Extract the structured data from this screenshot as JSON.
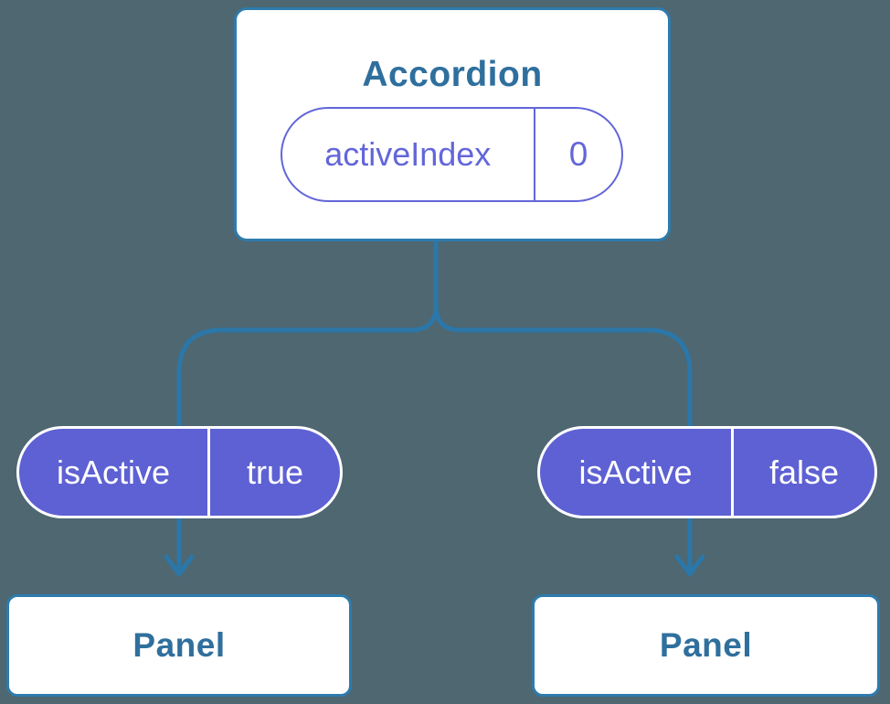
{
  "diagram": {
    "description": "Component tree diagram: Accordion parent holding activeIndex state, passing isActive props to two Panel children",
    "colors": {
      "background": "#4e6771",
      "connector_blue": "#2b77a9",
      "card_border_blue": "#2e7bad",
      "heading_text_blue": "#2f6f9d",
      "pill_purple_fill": "#5e61d3",
      "pill_purple_outline": "#6366d9",
      "card_fill": "#ffffff"
    },
    "root": {
      "title": "Accordion",
      "state": {
        "name": "activeIndex",
        "value": "0"
      }
    },
    "children": [
      {
        "prop": {
          "name": "isActive",
          "value": "true"
        },
        "component": "Panel"
      },
      {
        "prop": {
          "name": "isActive",
          "value": "false"
        },
        "component": "Panel"
      }
    ]
  }
}
